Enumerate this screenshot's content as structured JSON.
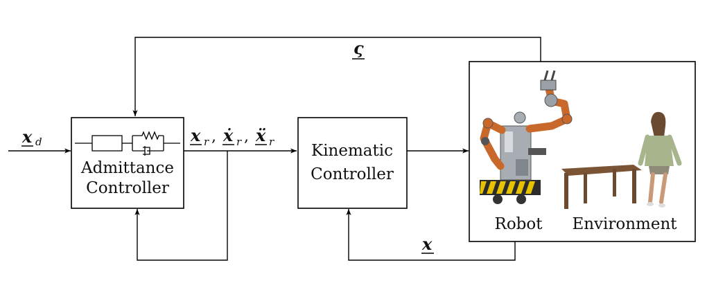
{
  "blocks": {
    "admittance_controller": {
      "line1": "Admittance",
      "line2": "Controller"
    },
    "kinematic_controller": {
      "line1": "Kinematic",
      "line2": "Controller"
    },
    "plant": {
      "robot_label": "Robot",
      "environment_label": "Environment"
    }
  },
  "signals": {
    "desired_input": {
      "symbol": "x",
      "subscript": "d"
    },
    "reference_output": {
      "symbol": "x",
      "dot_symbol": "ẋ",
      "ddot_symbol": "ẍ",
      "subscript": "r",
      "separator": ","
    },
    "feedback_top": {
      "symbol": "ς"
    },
    "feedback_bottom": {
      "symbol": "x"
    }
  },
  "colors": {
    "line": "#000000",
    "robot_arm": "#c8682a",
    "robot_body": "#9aa0a6",
    "table": "#6b4a2f",
    "person_shirt": "#a8b48c",
    "person_skin": "#c99a78",
    "person_hair": "#6a4a30"
  }
}
